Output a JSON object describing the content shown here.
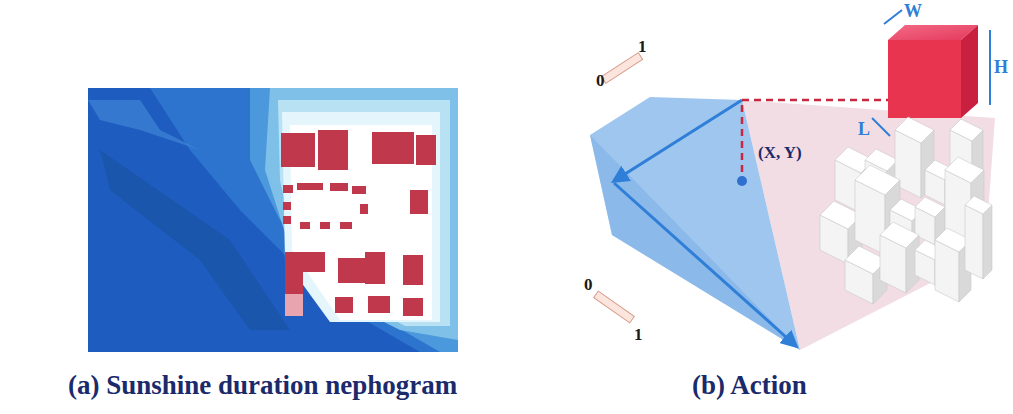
{
  "diagram": {
    "labels": [
      "(a) Sunshine duration nephogram",
      "(b) Action",
      "0",
      "1",
      "0",
      "1",
      "(X, Y)",
      "W",
      "H",
      "L"
    ]
  }
}
